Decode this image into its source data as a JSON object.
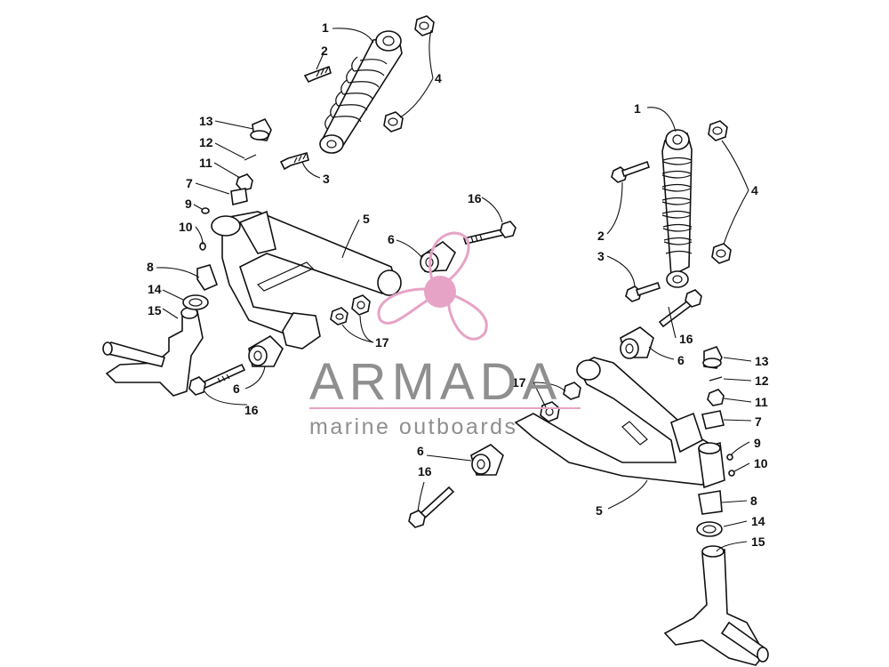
{
  "callouts": {
    "left": [
      {
        "id": "l1",
        "text": "1"
      },
      {
        "id": "l2",
        "text": "2"
      },
      {
        "id": "l3",
        "text": "3"
      },
      {
        "id": "l4",
        "text": "4"
      },
      {
        "id": "l5",
        "text": "5"
      },
      {
        "id": "l6a",
        "text": "6"
      },
      {
        "id": "l6b",
        "text": "6"
      },
      {
        "id": "l7",
        "text": "7"
      },
      {
        "id": "l8",
        "text": "8"
      },
      {
        "id": "l9",
        "text": "9"
      },
      {
        "id": "l10",
        "text": "10"
      },
      {
        "id": "l11",
        "text": "11"
      },
      {
        "id": "l12",
        "text": "12"
      },
      {
        "id": "l13",
        "text": "13"
      },
      {
        "id": "l14",
        "text": "14"
      },
      {
        "id": "l15",
        "text": "15"
      },
      {
        "id": "l16a",
        "text": "16"
      },
      {
        "id": "l16b",
        "text": "16"
      },
      {
        "id": "l17",
        "text": "17"
      }
    ],
    "right": [
      {
        "id": "r1",
        "text": "1"
      },
      {
        "id": "r2",
        "text": "2"
      },
      {
        "id": "r3",
        "text": "3"
      },
      {
        "id": "r4",
        "text": "4"
      },
      {
        "id": "r5",
        "text": "5"
      },
      {
        "id": "r6a",
        "text": "6"
      },
      {
        "id": "r6b",
        "text": "6"
      },
      {
        "id": "r7",
        "text": "7"
      },
      {
        "id": "r8",
        "text": "8"
      },
      {
        "id": "r9",
        "text": "9"
      },
      {
        "id": "r10",
        "text": "10"
      },
      {
        "id": "r11",
        "text": "11"
      },
      {
        "id": "r12",
        "text": "12"
      },
      {
        "id": "r13",
        "text": "13"
      },
      {
        "id": "r14",
        "text": "14"
      },
      {
        "id": "r15",
        "text": "15"
      },
      {
        "id": "r16a",
        "text": "16"
      },
      {
        "id": "r16b",
        "text": "16"
      },
      {
        "id": "r17",
        "text": "17"
      }
    ]
  },
  "watermark": {
    "brand": "ARMADA",
    "tagline": "marine outboards",
    "logo_color": "#e6a3c6",
    "text_color": "#8f8f8f"
  }
}
